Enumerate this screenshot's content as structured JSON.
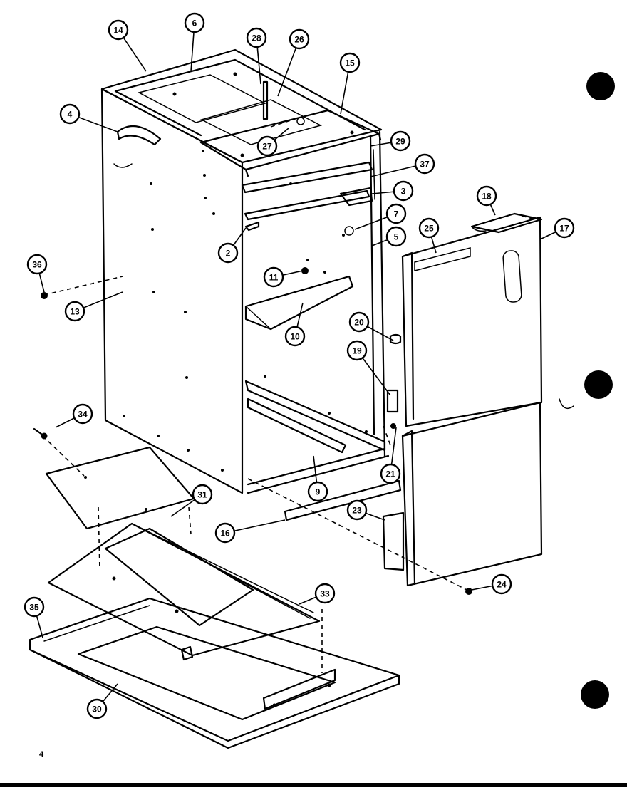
{
  "page_number": "4",
  "callouts": [
    "14",
    "6",
    "28",
    "26",
    "15",
    "4",
    "29",
    "27",
    "37",
    "3",
    "18",
    "7",
    "17",
    "25",
    "5",
    "2",
    "36",
    "11",
    "13",
    "10",
    "20",
    "19",
    "34",
    "21",
    "9",
    "31",
    "16",
    "23",
    "24",
    "33",
    "35",
    "30"
  ]
}
